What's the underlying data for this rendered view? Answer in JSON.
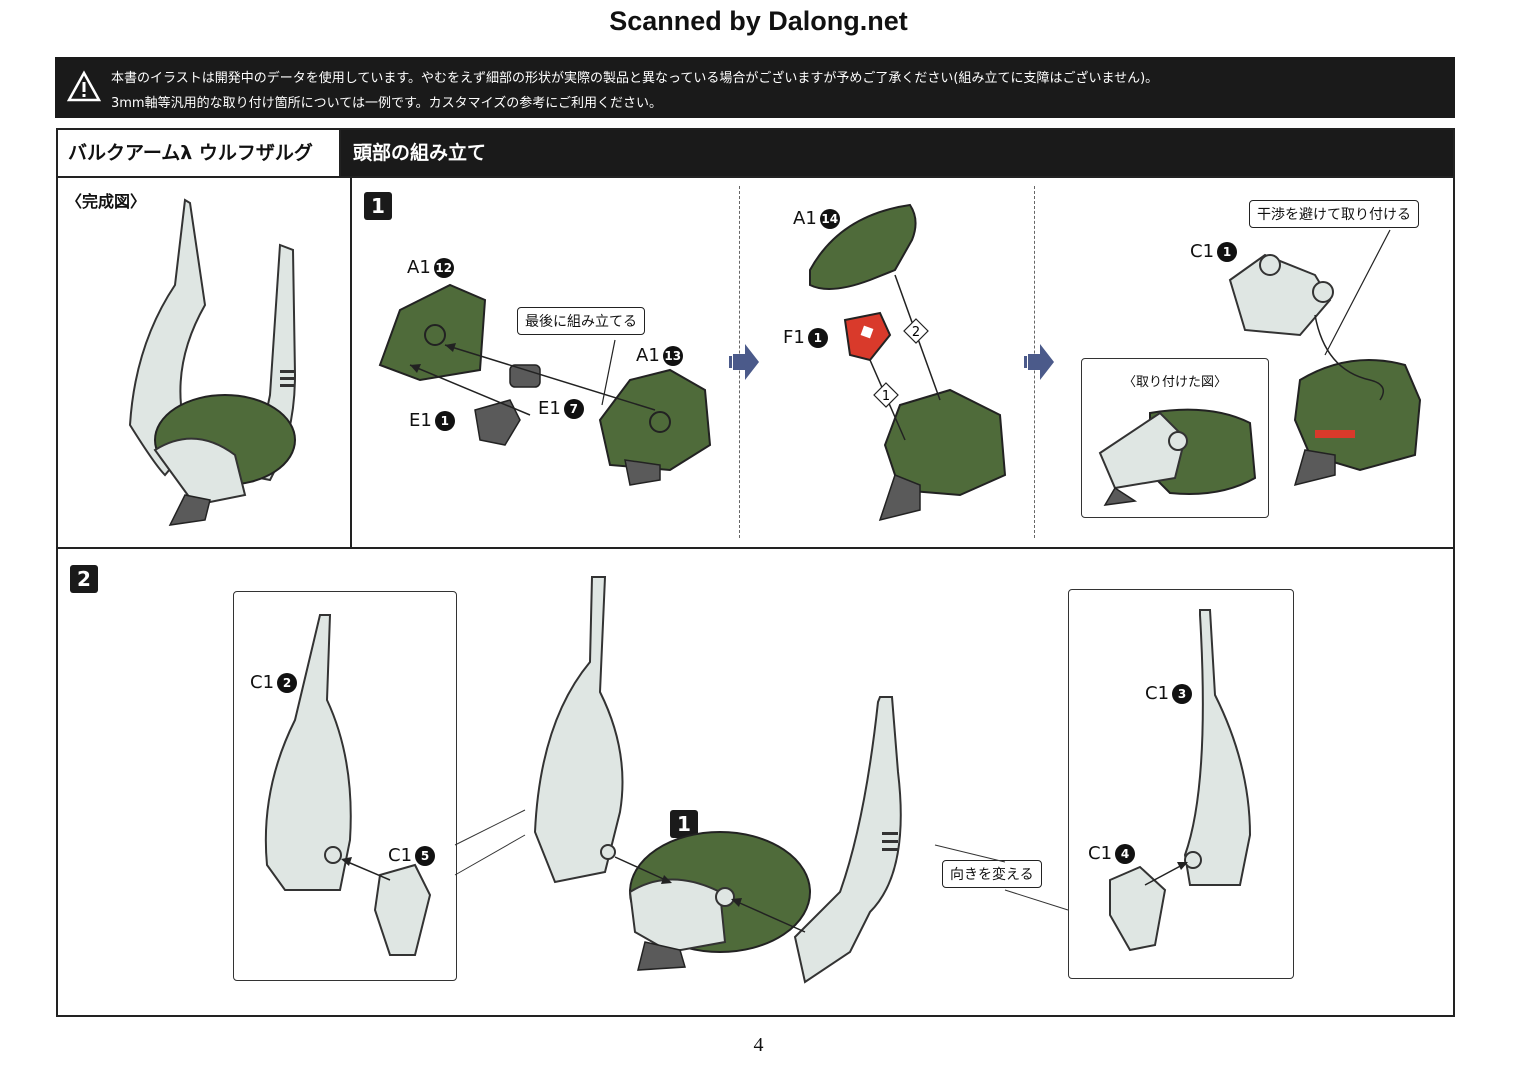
{
  "scan_credit": "Scanned by Dalong.net",
  "notice": {
    "line1": "本書のイラストは開発中のデータを使用しています。やむをえず細部の形状が実際の製品と異なっている場合がございますが予めご了承ください(組み立てに支障はございません)。",
    "line2": "3mm軸等汎用的な取り付け箇所については一例です。カスタマイズの参考にご利用ください。",
    "icon": "warning-icon"
  },
  "header": {
    "model_name": "バルクアームλ ウルフザルグ",
    "section_title": "頭部の組み立て"
  },
  "completion_label": "〈完成図〉",
  "step1": {
    "number": "1",
    "panel_a": {
      "labels": [
        {
          "part": "A1",
          "num": "12"
        },
        {
          "part": "A1",
          "num": "13"
        },
        {
          "part": "E1",
          "num": "1"
        },
        {
          "part": "E1",
          "num": "7"
        }
      ],
      "callout": "最後に組み立てる"
    },
    "panel_b": {
      "labels": [
        {
          "part": "A1",
          "num": "14"
        },
        {
          "part": "F1",
          "num": "1"
        }
      ],
      "order": [
        "1",
        "2"
      ]
    },
    "panel_c": {
      "labels": [
        {
          "part": "C1",
          "num": "1"
        }
      ],
      "callout": "干渉を避けて取り付ける",
      "inset_label": "〈取り付けた図〉"
    }
  },
  "step2": {
    "number": "2",
    "labels": [
      {
        "part": "C1",
        "num": "2"
      },
      {
        "part": "C1",
        "num": "5"
      },
      {
        "part": "C1",
        "num": "3"
      },
      {
        "part": "C1",
        "num": "4"
      }
    ],
    "center_badge": "1",
    "callout": "向きを変える"
  },
  "page_number": "4",
  "colors": {
    "header_dark": "#1a1a1a",
    "part_green": "#4f6b3a",
    "part_grey": "#dfe6e3",
    "part_red": "#d93a2b",
    "part_dark": "#5a5a5a",
    "arrow_blue": "#4b5a8a"
  }
}
